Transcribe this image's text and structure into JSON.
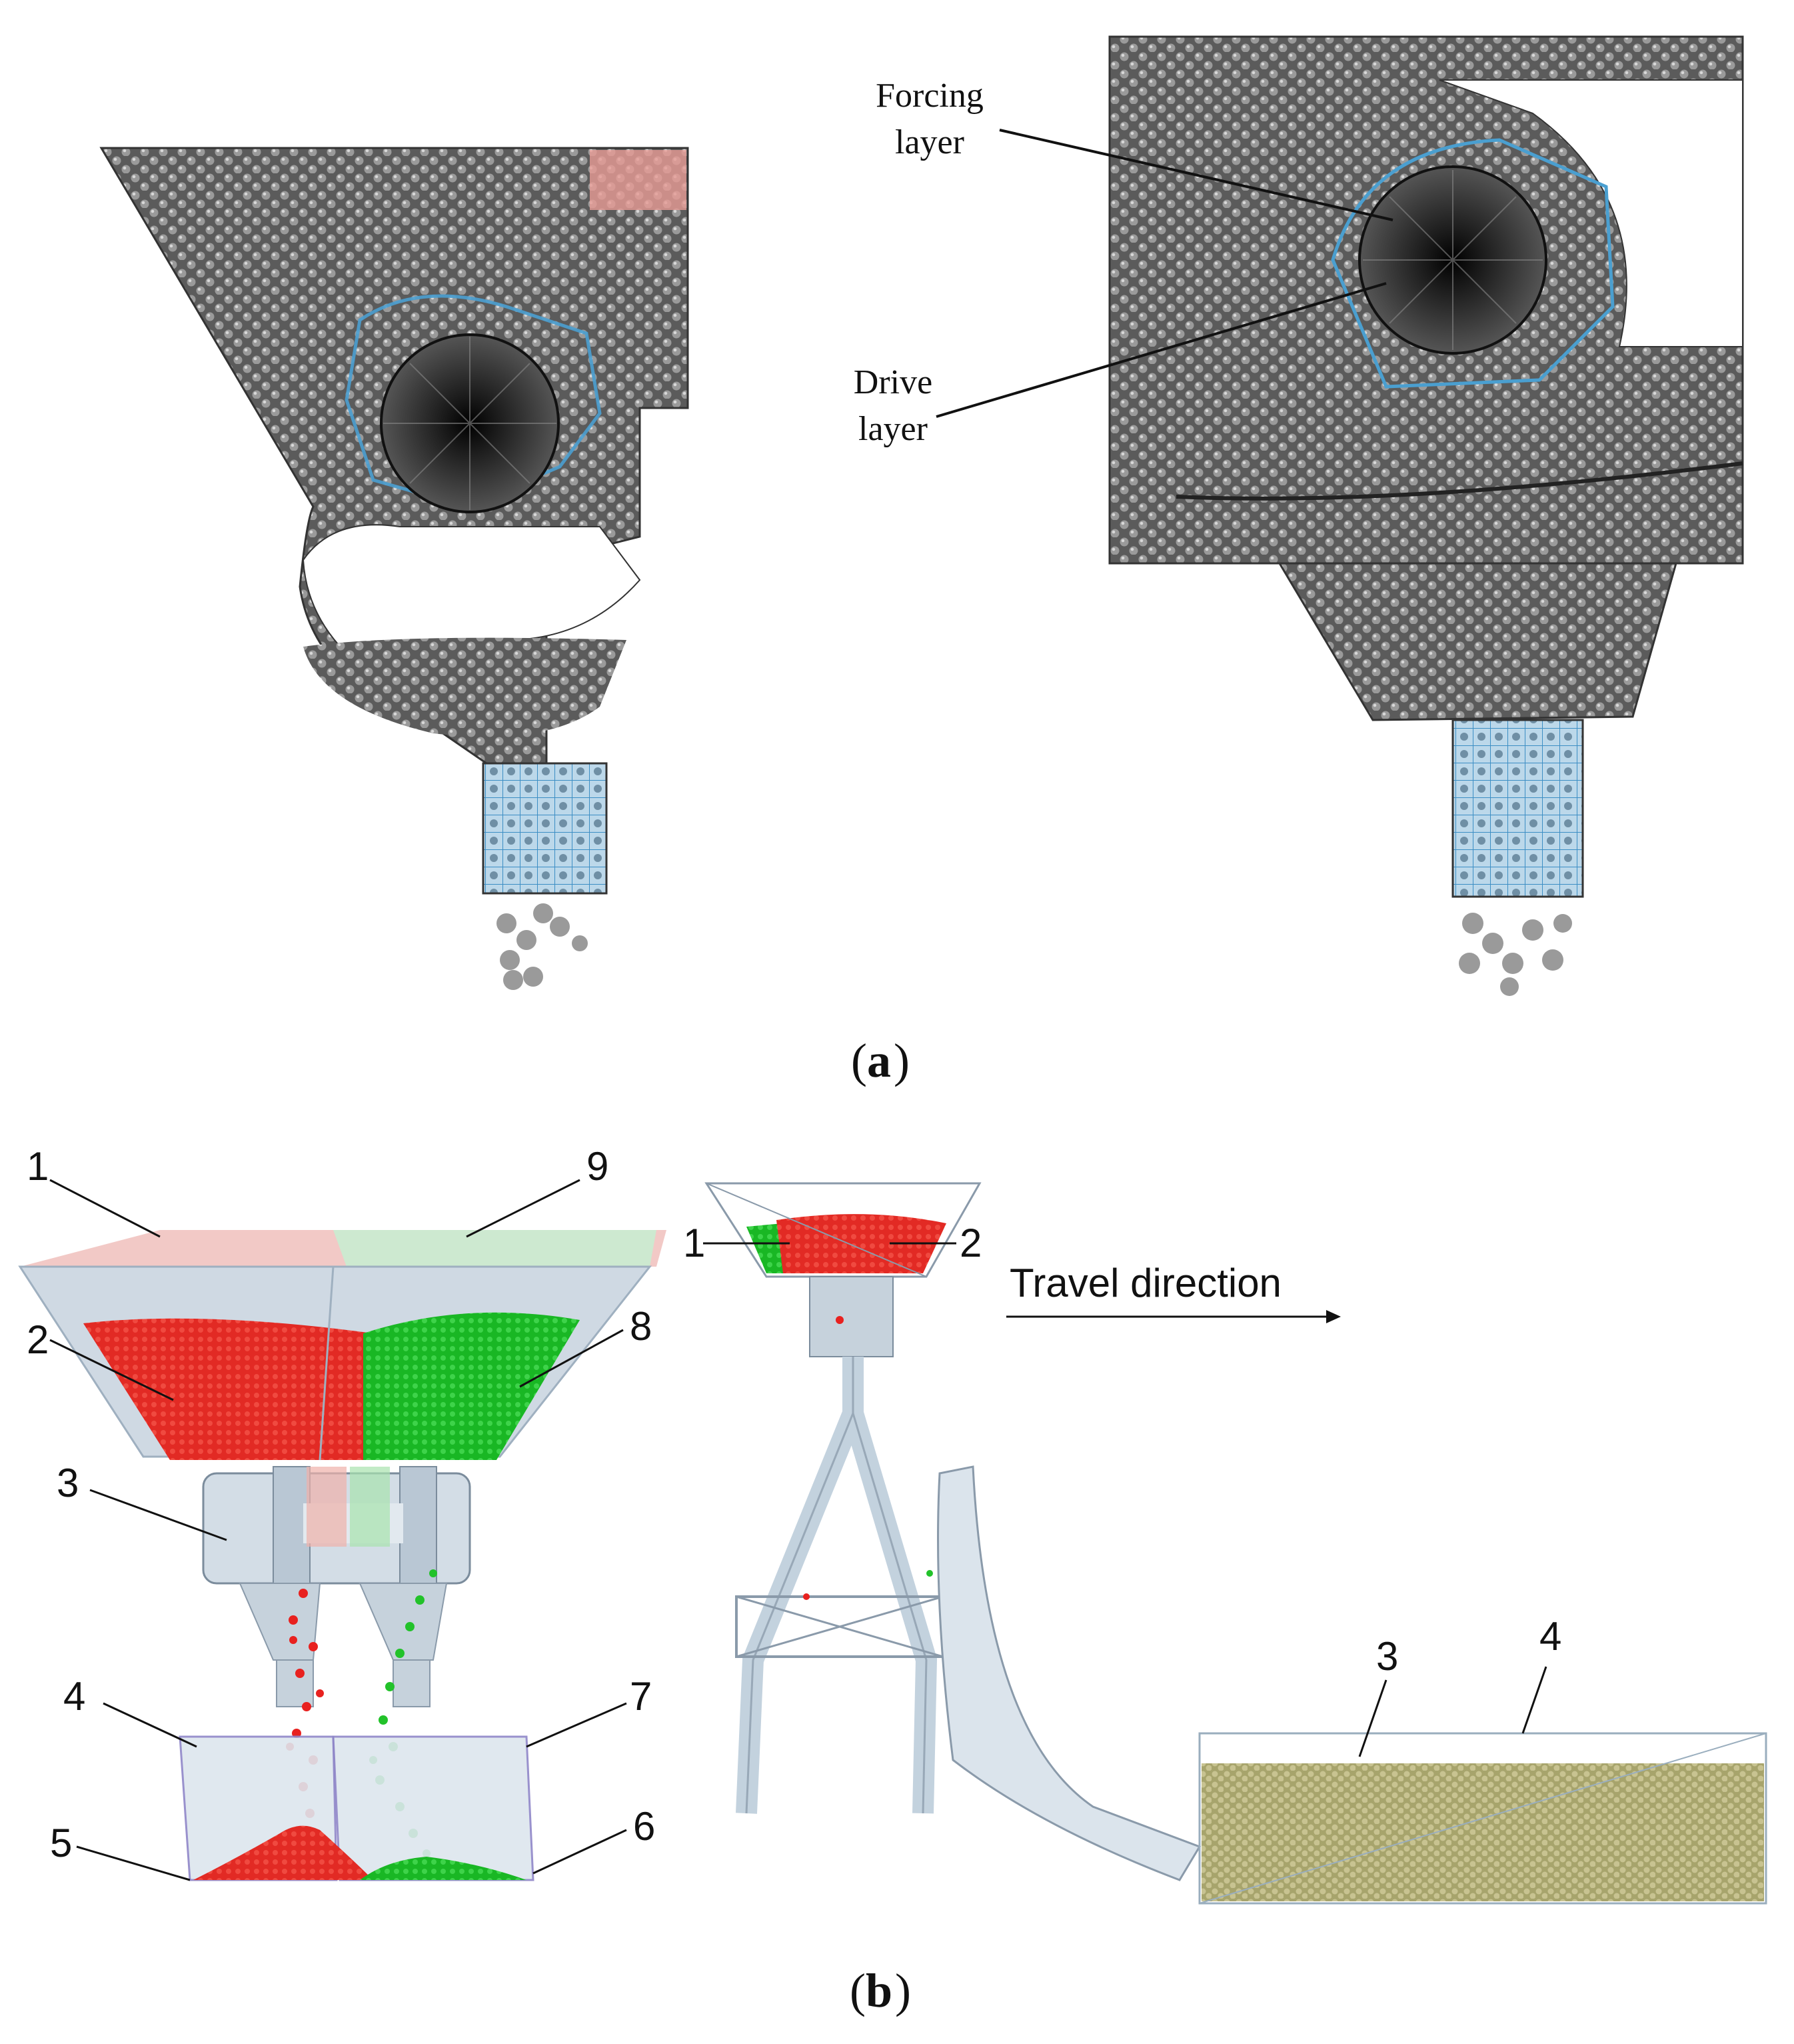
{
  "panel_a": {
    "caption_letter": "a",
    "callouts": {
      "forcing_line1": "Forcing",
      "forcing_line2": "layer",
      "drive_line1": "Drive",
      "drive_line2": "layer"
    }
  },
  "panel_b": {
    "caption_letter": "b",
    "left_labels": [
      "1",
      "9",
      "2",
      "8",
      "3",
      "4",
      "7",
      "5",
      "6"
    ],
    "right_labels": [
      "1",
      "2",
      "3",
      "4"
    ],
    "travel_direction": "Travel direction"
  },
  "colors": {
    "seed_grey": "#8a8a8a",
    "hopper_blue": "#c9d6e2",
    "seed_red": "#e8211f",
    "seed_green": "#22c22a",
    "soybean_khaki": "#b5b07a",
    "mesh_blue": "#4a9fd0"
  }
}
